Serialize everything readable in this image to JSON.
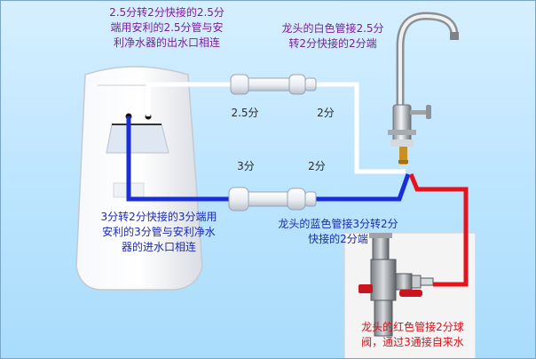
{
  "labels": {
    "top_left": "2.5分转2分快接的2.5分\n端用安利的2.5分管与安\n利净水器的出水口相连",
    "top_right": "龙头的白色管接2.5分\n转2分快接的2分端",
    "mid_left": "3分转2分快接的3分端用\n安利的3分管与安利净水\n器的进水口相连",
    "mid_right": "龙头的蓝色管接3分转2分\n快接的2分端",
    "bottom_right": "龙头的红色管接2分球\n阀，通过3通接自来水",
    "white_conn_left": "2.5分",
    "white_conn_right": "2分",
    "blue_conn_left": "3分",
    "blue_conn_right": "2分"
  },
  "colors": {
    "white_line": "#ffffff",
    "blue_line": "#1a2ed8",
    "red_line": "#e3141d"
  }
}
